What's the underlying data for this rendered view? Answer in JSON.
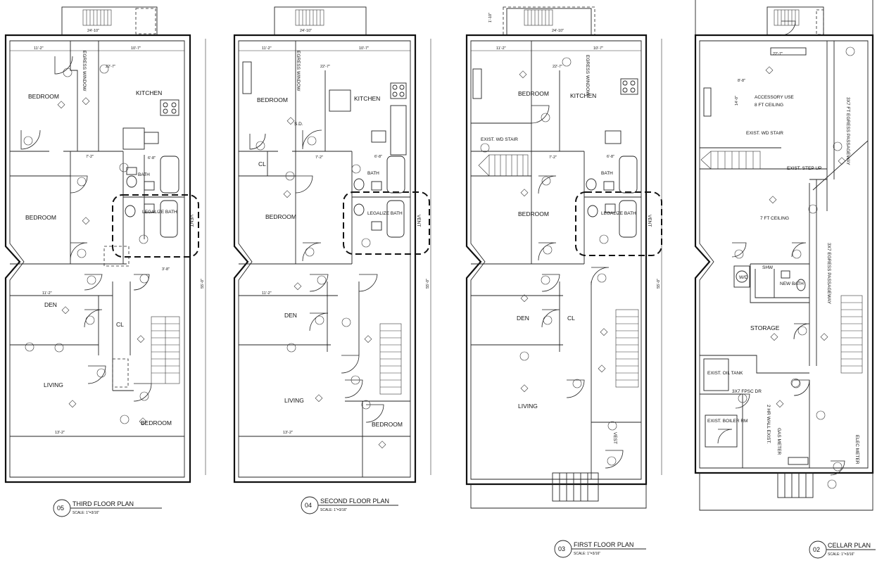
{
  "plans": [
    {
      "number": "05",
      "title": "THIRD FLOOR PLAN",
      "scale": "SCALE: 1\"=3/16\"",
      "rooms": {
        "bedroom_rear": "BEDROOM",
        "kitchen": "KITCHEN",
        "bath": "BATH",
        "legalize_bath": "LEGALIZE BATH",
        "bedroom_mid": "BEDROOM",
        "den": "DEN",
        "cl": "CL",
        "living": "LIVING",
        "bedroom_front": "BEDROOM",
        "egress_window": "EGRESS WINDOW",
        "vent": "VENT"
      },
      "dims": {
        "stair_top": "24'-10\"",
        "top_a": "11'-2\"",
        "top_b": "10'-7\"",
        "kitchen_w": "22'-7\"",
        "hall": "7'-2\"",
        "front_w": "13'-2\"",
        "overall": "55'-0\"",
        "den_w": "11'-2\"",
        "bath_w": "6'-8\"",
        "cl_w": "3'-8\""
      }
    },
    {
      "number": "04",
      "title": "SECOND FLOOR PLAN",
      "scale": "SCALE: 1\"=3/16\"",
      "rooms": {
        "bedroom_rear": "BEDROOM",
        "kitchen": "KITCHEN",
        "cl": "CL",
        "bath": "BATH",
        "legalize_bath": "LEGALIZE BATH",
        "bedroom_mid": "BEDROOM",
        "den": "DEN",
        "living": "LIVING",
        "bedroom_front": "BEDROOM",
        "egress_window": "EGRESS WINDOW",
        "vent": "VENT",
        "sd": "S.D."
      },
      "dims": {
        "stair_top": "24'-10\"",
        "top_a": "11'-2\"",
        "top_b": "10'-7\"",
        "kitchen_w": "22'-7\"",
        "hall": "7'-2\"",
        "front_w": "13'-2\"",
        "overall": "55'-0\"",
        "den_w": "11'-2\"",
        "bath_w": "6'-8\""
      }
    },
    {
      "number": "03",
      "title": "FIRST FLOOR PLAN",
      "scale": "SCALE: 1\"=3/16\"",
      "rooms": {
        "bedroom_rear": "BEDROOM",
        "kitchen": "KITCHEN",
        "exist_stair": "EXIST. WD STAIR",
        "bath": "BATH",
        "legalize_bath": "LEGALIZE BATH",
        "bedroom_mid": "BEDROOM",
        "den": "DEN",
        "cl": "CL",
        "living": "LIVING",
        "egress_window": "EGRESS WINDOW",
        "vent": "VENT",
        "vest": "VEST"
      },
      "dims": {
        "stair_top": "24'-10\"",
        "top_a": "11'-2\"",
        "top_b": "10'-7\"",
        "kitchen_w": "22'-7\"",
        "hall": "7'-2\"",
        "overall": "55'-0\"",
        "bath_w": "6'-8\"",
        "rear_ext": "1'-10\""
      }
    },
    {
      "number": "02",
      "title": "CELLAR PLAN",
      "scale": "SCALE: 1\"=3/16\"",
      "rooms": {
        "accessory_use": "ACCESSORY USE",
        "ceiling_8": "8 FT CEILING",
        "egress_rear": "3X7 FT EGRESS PASSAGEWAY",
        "exist_stair": "EXIST. WD STAIR",
        "exist_step": "EXIST. STEP UP",
        "ceiling_7": "7 FT CEILING",
        "egress_side": "3X7 EGRESS PASSAGEWAY",
        "wd": "W/D",
        "shw": "SHW",
        "new_bath": "NEW BATH",
        "storage": "STORAGE",
        "oil_tank": "EXIST. OIL TANK",
        "fpsc": "3X7 FPSC DR",
        "wall_exist": "2 HR WALL EXIST.",
        "boiler": "EXIST. BOILER RM",
        "gas_meter": "GAS METER",
        "elec_meter": "ELEC METER"
      },
      "dims": {
        "rear": "8'-8\"",
        "top": "22'-7\"",
        "step": "14'-0\""
      }
    }
  ]
}
